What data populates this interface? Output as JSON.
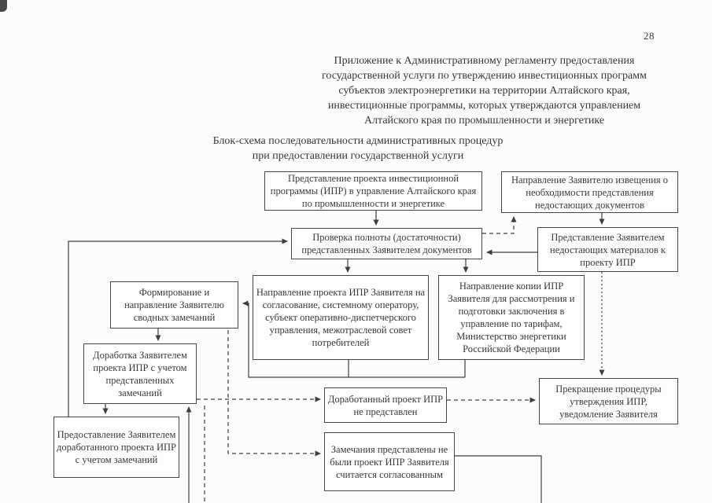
{
  "page": {
    "number": "28"
  },
  "header": {
    "lines": [
      "Приложение к Административному регламенту предоставления",
      "государственной услуги по утверждению инвестиционных программ",
      "субъектов электроэнергетики на территории Алтайского края,",
      "инвестиционные программы, которых утверждаются управлением",
      "Алтайского края по промышленности и энергетике"
    ]
  },
  "title": {
    "lines": [
      "Блок-схема последовательности административных процедур",
      "при предоставлении государственной услуги"
    ]
  },
  "flowchart": {
    "boxes": [
      {
        "id": "submit-ipr",
        "label": "Представление проекта инвестиционной программы (ИПР) в управление Алтайского края по промышленности и энергетике"
      },
      {
        "id": "notice-missing-docs",
        "label": "Направление Заявителю извещения о необходимости представления недостающих документов"
      },
      {
        "id": "check-completeness",
        "label": "Проверка полноты (достаточности) представленных Заявителем документов"
      },
      {
        "id": "submit-missing-materials",
        "label": "Представление Заявителем недостающих материалов к проекту ИПР"
      },
      {
        "id": "send-consolidated-remarks",
        "label": "Формирование и направление Заявителю сводных замечаний"
      },
      {
        "id": "send-ipr-for-approval",
        "label": "Направление проекта ИПР Заявителя на согласование, системному оператору, субъект оперативно-диспетчерского управления, межотраслевой совет потребителей"
      },
      {
        "id": "send-ipr-copy",
        "label": "Направление копии ИПР Заявителя для рассмотрения и подготовки заключения в управление по тарифам, Министерство энергетики Российской Федерации"
      },
      {
        "id": "rework-ipr",
        "label": "Доработка Заявителем проекта ИПР с учетом представленных замечаний"
      },
      {
        "id": "submit-reworked-ipr",
        "label": "Предоставление Заявителем доработанного проекта ИПР с учетом замечаний"
      },
      {
        "id": "reworked-not-submitted",
        "label": "Доработанный проект ИПР не представлен"
      },
      {
        "id": "no-remarks-approved",
        "label": "Замечания представлены не были проект ИПР Заявителя считается согласованным"
      },
      {
        "id": "terminate-procedure",
        "label": "Прекращение процедуры утверждения ИПР, уведомление Заявителя"
      }
    ]
  },
  "colors": {
    "ink": "#363636",
    "line": "#3f3f3f",
    "background": "#fcfcfa"
  }
}
